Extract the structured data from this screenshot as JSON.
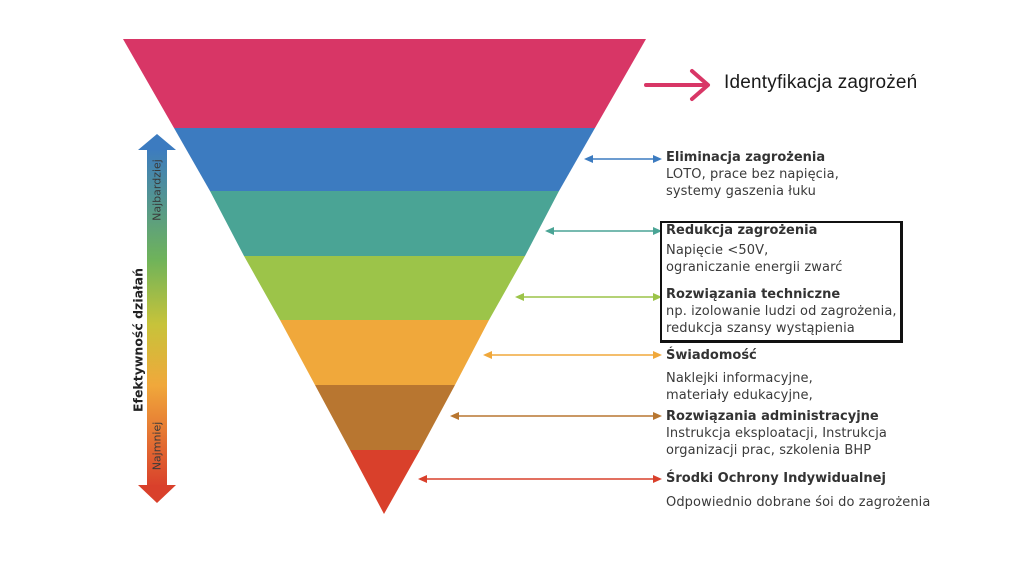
{
  "colors": {
    "level_0": "#d83666",
    "level_1": "#3c7bc0",
    "level_2": "#4aa495",
    "level_3": "#9cc449",
    "level_4": "#f0a83b",
    "level_5": "#b87630",
    "level_6": "#d9402b",
    "top_arrow": "#d83666"
  },
  "top_label": "Identyfikacja zagrożeń",
  "axis": {
    "title": "Efektywność działań",
    "top_label": "Najbardziej",
    "bottom_label": "Najmniej"
  },
  "levels": [
    {
      "title": "Eliminacja zagrożenia",
      "description": [
        "LOTO, prace bez napięcia,",
        "systemy gaszenia łuku"
      ]
    },
    {
      "title": "Redukcja zagrożenia",
      "description": [
        "Napięcie <50V,",
        "ograniczanie energii zwarć"
      ]
    },
    {
      "title": "Rozwiązania techniczne",
      "description": [
        "np. izolowanie ludzi od zagrożenia,",
        "redukcja szansy wystąpienia"
      ]
    },
    {
      "title": "Świadomość",
      "description": [
        "Naklejki informacyjne,",
        "materiały edukacyjne,"
      ]
    },
    {
      "title": "Rozwiązania administracyjne",
      "description": [
        "Instrukcja eksploatacji, Instrukcja",
        "organizacji prac, szkolenia BHP"
      ]
    },
    {
      "title": "Środki Ochrony Indywidualnej",
      "description": [
        "Odpowiednio dobrane śoi do zagrożenia"
      ]
    }
  ]
}
